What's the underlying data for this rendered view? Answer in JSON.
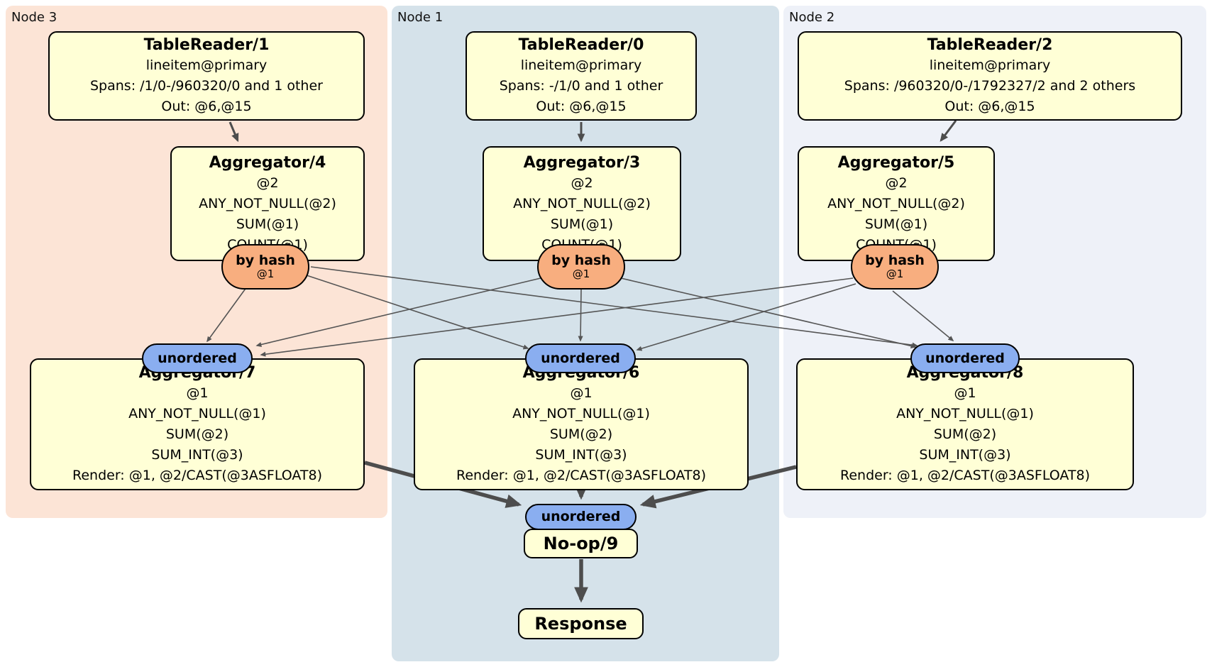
{
  "regions": {
    "node3": {
      "label": "Node 3"
    },
    "node1": {
      "label": "Node 1"
    },
    "node2": {
      "label": "Node 2"
    }
  },
  "processors": {
    "tr1": {
      "title": "TableReader/1",
      "lines": [
        "lineitem@primary",
        "Spans: /1/0-/960320/0 and 1 other",
        "Out: @6,@15"
      ]
    },
    "tr0": {
      "title": "TableReader/0",
      "lines": [
        "lineitem@primary",
        "Spans: -/1/0 and 1 other",
        "Out: @6,@15"
      ]
    },
    "tr2": {
      "title": "TableReader/2",
      "lines": [
        "lineitem@primary",
        "Spans: /960320/0-/1792327/2 and 2 others",
        "Out: @6,@15"
      ]
    },
    "agg4": {
      "title": "Aggregator/4",
      "lines": [
        "@2",
        "ANY_NOT_NULL(@2)",
        "SUM(@1)",
        "COUNT(@1)"
      ]
    },
    "agg3": {
      "title": "Aggregator/3",
      "lines": [
        "@2",
        "ANY_NOT_NULL(@2)",
        "SUM(@1)",
        "COUNT(@1)"
      ]
    },
    "agg5": {
      "title": "Aggregator/5",
      "lines": [
        "@2",
        "ANY_NOT_NULL(@2)",
        "SUM(@1)",
        "COUNT(@1)"
      ]
    },
    "agg7": {
      "title": "Aggregator/7",
      "lines": [
        "@1",
        "ANY_NOT_NULL(@1)",
        "SUM(@2)",
        "SUM_INT(@3)",
        "Render: @1, @2/CAST(@3ASFLOAT8)"
      ]
    },
    "agg6": {
      "title": "Aggregator/6",
      "lines": [
        "@1",
        "ANY_NOT_NULL(@1)",
        "SUM(@2)",
        "SUM_INT(@3)",
        "Render: @1, @2/CAST(@3ASFLOAT8)"
      ]
    },
    "agg8": {
      "title": "Aggregator/8",
      "lines": [
        "@1",
        "ANY_NOT_NULL(@1)",
        "SUM(@2)",
        "SUM_INT(@3)",
        "Render: @1, @2/CAST(@3ASFLOAT8)"
      ]
    },
    "noop": {
      "title": "No-op/9"
    },
    "response": {
      "title": "Response"
    }
  },
  "routers": {
    "by_hash": {
      "label": "by hash",
      "detail": "@1"
    },
    "unordered": {
      "label": "unordered"
    }
  },
  "colors": {
    "node3_region": "#fce4d6",
    "node1_region": "#d5e2ea",
    "node2_region": "#eef1f8",
    "processor_box": "#ffffd6",
    "hash_router": "#f8ae7f",
    "sync_unordered": "#8aaef0",
    "edge": "#4d4d4d"
  }
}
